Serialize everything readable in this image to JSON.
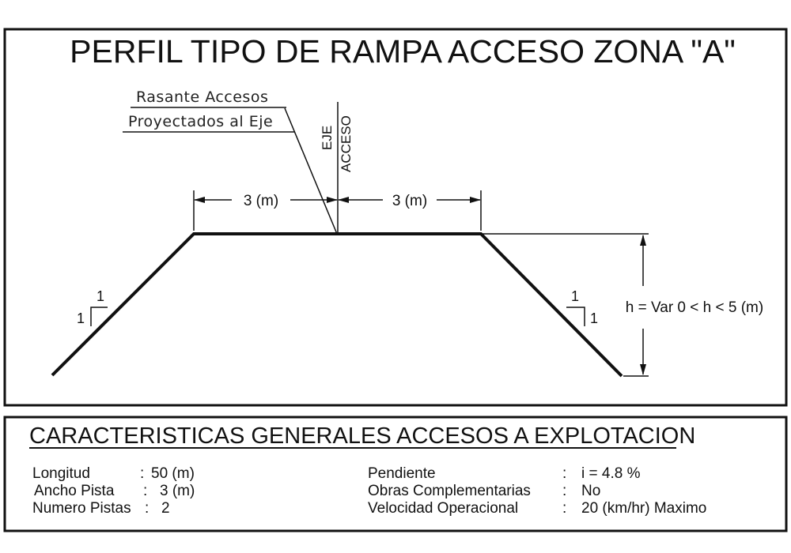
{
  "title": "PERFIL TIPO DE RAMPA ACCESO ZONA \"A\"",
  "profile": {
    "note_line1": "Rasante Accesos",
    "note_line2": "Proyectados al Eje",
    "axis_line1": "EJE",
    "axis_line2": "ACCESO",
    "dim_left": "3 (m)",
    "dim_right": "3 (m)",
    "height_label": "h = Var 0 < h < 5 (m)",
    "slope_left_h": "1",
    "slope_left_v": "1",
    "slope_right_h": "1",
    "slope_right_v": "1"
  },
  "characteristics": {
    "heading": "CARACTERISTICAS GENERALES ACCESOS A EXPLOTACION",
    "left": [
      {
        "label": "Longitud",
        "sep": ":",
        "value": "50 (m)"
      },
      {
        "label": "Ancho Pista",
        "sep": ":",
        "value": "3 (m)"
      },
      {
        "label": "Numero Pistas",
        "sep": ":",
        "value": "2"
      }
    ],
    "right": [
      {
        "label": "Pendiente",
        "sep": ":",
        "value": "i = 4.8 %"
      },
      {
        "label": "Obras Complementarias",
        "sep": ":",
        "value": "No"
      },
      {
        "label": "Velocidad Operacional",
        "sep": ":",
        "value": "20 (km/hr) Maximo"
      }
    ]
  }
}
